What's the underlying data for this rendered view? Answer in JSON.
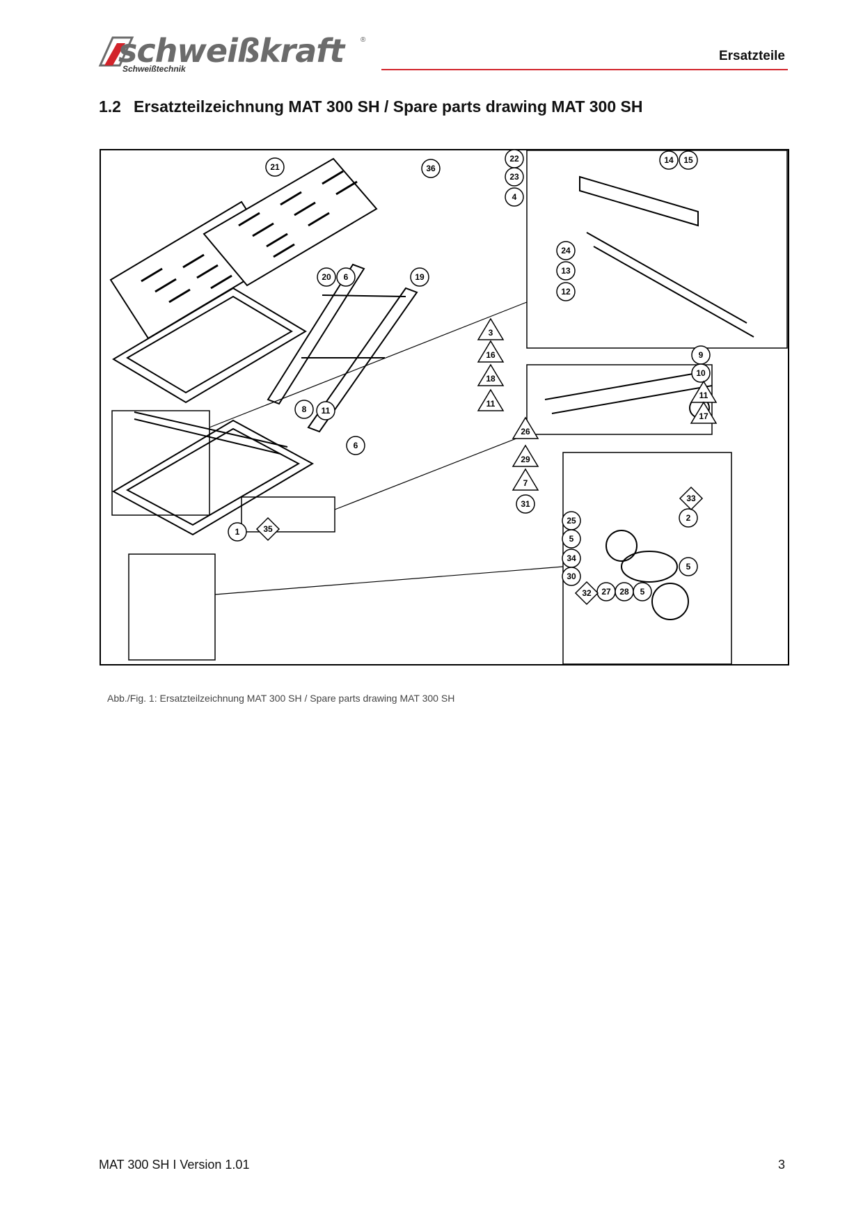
{
  "header": {
    "brand": "schweißkraft",
    "brand_sub": "Schweißtechnik",
    "registered": "®",
    "section": "Ersatzteile",
    "brand_color": "#d2232a"
  },
  "heading": {
    "number": "1.2",
    "title": "Ersatzteilzeichnung MAT 300 SH / Spare parts drawing MAT 300 SH"
  },
  "figure": {
    "caption": "Abb./Fig. 1: Ersatzteilzeichnung MAT 300 SH  /  Spare parts drawing MAT 300 SH",
    "callouts_circle": [
      "21",
      "36",
      "20",
      "6",
      "19",
      "8",
      "11",
      "6",
      "1",
      "22",
      "23",
      "4",
      "14",
      "15",
      "24",
      "13",
      "12",
      "9",
      "10",
      "31",
      "25",
      "5",
      "34",
      "30",
      "27",
      "28",
      "5",
      "2",
      "5"
    ],
    "callouts_triangle": [
      "3",
      "16",
      "18",
      "11",
      "11",
      "17",
      "26",
      "29",
      "7"
    ],
    "callouts_diamond": [
      "35",
      "33",
      "32"
    ]
  },
  "footer": {
    "doc": "MAT 300 SH I Version 1.01",
    "page": "3"
  }
}
